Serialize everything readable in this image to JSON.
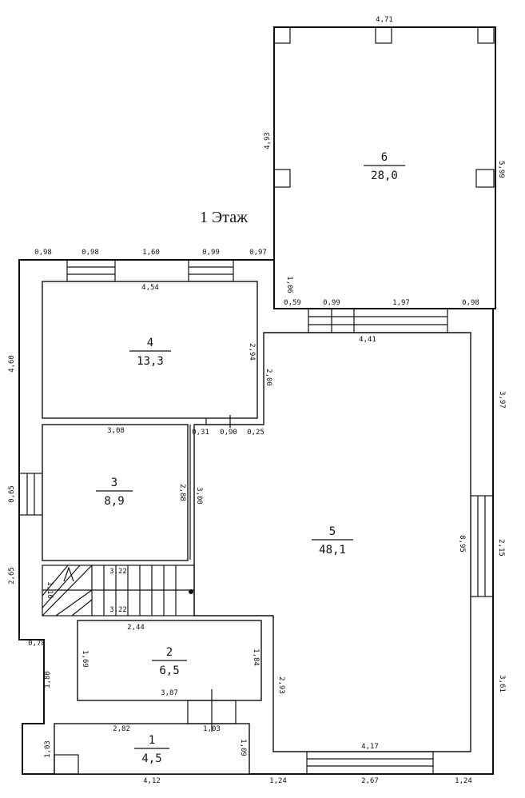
{
  "title": "1 Этаж",
  "rooms": [
    {
      "number": "1",
      "area": "4,5"
    },
    {
      "number": "2",
      "area": "6,5"
    },
    {
      "number": "3",
      "area": "8,9"
    },
    {
      "number": "4",
      "area": "13,3"
    },
    {
      "number": "5",
      "area": "48,1"
    },
    {
      "number": "6",
      "area": "28,0"
    }
  ],
  "dims": {
    "r6_top": "4,71",
    "r6_left": "4,93",
    "r6_right": "5,99",
    "top_a": "0,98",
    "top_b": "0,98",
    "top_c": "1,60",
    "top_d": "0,99",
    "top_e": "0,97",
    "r4_top": "4,54",
    "r4_right": "2,94",
    "notch": "1,06",
    "mid_a": "0,59",
    "mid_b": "0,99",
    "mid_c": "1,97",
    "mid_d": "0,98",
    "r5_top": "4,41",
    "r5_left_a": "2,00",
    "r5_right_a": "3,97",
    "r5_right_b": "8,95",
    "r5_right_c": "2,15",
    "r5_right_d": "3,61",
    "r5_lower_left": "2,93",
    "left_a": "4,60",
    "left_b": "0,65",
    "left_c": "2,65",
    "r3_top": "3,08",
    "r3_right_a": "2,88",
    "r3_right_b": "3,00",
    "seg_a": "0,31",
    "seg_b": "0,90",
    "seg_c": "0,25",
    "stair_top": "3,22",
    "stair_left": "1,16",
    "stair_bottom": "3,22",
    "r2_top": "2,44",
    "r2_left": "1,69",
    "r2_right": "1,84",
    "r2_bottom": "3,87",
    "corner": "0,78",
    "left_d": "1,80",
    "r1_top": "2,82",
    "r1_door": "1,03",
    "r1_left": "1,03",
    "r1_right": "1,09",
    "bottom_a": "4,12",
    "bottom_b": "1,24",
    "bottom_c": "2,67",
    "bottom_d": "1,24",
    "r5_bottom": "4,17"
  }
}
